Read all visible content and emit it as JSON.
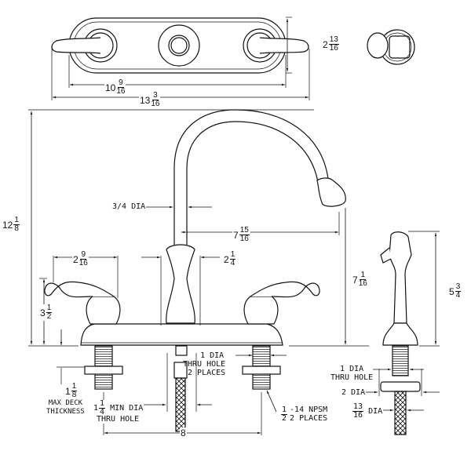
{
  "top_view": {
    "height": {
      "whole": "2",
      "num": "13",
      "den": "16"
    },
    "handle_span": {
      "whole": "10",
      "num": "9",
      "den": "16"
    },
    "overall_width": {
      "whole": "13",
      "num": "3",
      "den": "16"
    }
  },
  "front_view": {
    "overall_height": {
      "whole": "12",
      "num": "1",
      "den": "8"
    },
    "spout_dia": "3/4 DIA",
    "spout_reach": {
      "whole": "7",
      "num": "15",
      "den": "16"
    },
    "handle_width": {
      "whole": "2",
      "num": "9",
      "den": "16"
    },
    "body_width": {
      "whole": "2",
      "num": "1",
      "den": "4"
    },
    "handle_height": {
      "whole": "3",
      "num": "1",
      "den": "2"
    },
    "spout_height": {
      "whole": "7",
      "num": "1",
      "den": "16"
    },
    "deck_thickness": {
      "whole": "1",
      "num": "1",
      "den": "8",
      "line1": "MAX DECK",
      "line2": "THICKNESS"
    },
    "center_hole": {
      "whole": "1",
      "num": "1",
      "den": "4",
      "line1": "MIN DIA",
      "line2": "THRU HOLE"
    },
    "side_holes": {
      "line1": "1 DIA",
      "line2": "THRU HOLE",
      "line3": "2 PLACES"
    },
    "thread": {
      "num": "1",
      "den": "2",
      "line1": "-14 NPSM",
      "line2": "2 PLACES"
    },
    "centers": "8"
  },
  "sprayer": {
    "height": {
      "whole": "5",
      "num": "3",
      "den": "4"
    },
    "thru_hole": {
      "line1": "1 DIA",
      "line2": "THRU HOLE"
    },
    "base_dia": "2 DIA",
    "hose_dia": {
      "num": "13",
      "den": "16",
      "label": "DIA"
    }
  }
}
